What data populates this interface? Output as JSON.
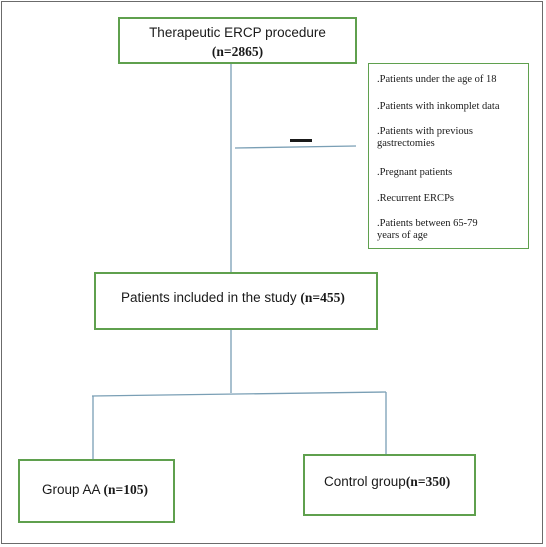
{
  "flowchart": {
    "top": {
      "label": "Therapeutic ERCP procedure",
      "count": "(n=2865)"
    },
    "exclusion_items": [
      ".Patients under the age of 18",
      ".Patients with inkomplet data",
      ".Patients with previous gastrectomies",
      ".Pregnant patients",
      ".Recurrent ERCPs",
      ".Patients between 65-79 years of age"
    ],
    "included": {
      "label": "Patients included in the study ",
      "count": "(n=455)"
    },
    "group_aa": {
      "label": "Group AA ",
      "count": "(n=105)"
    },
    "control": {
      "label": "Control group",
      "count": "(n=350)"
    },
    "minus_sign": "–"
  },
  "colors": {
    "box_border": "#5fa04e",
    "connector": "#7a9fb5",
    "frame": "#6b6b6b",
    "text": "#1a1a1a"
  }
}
